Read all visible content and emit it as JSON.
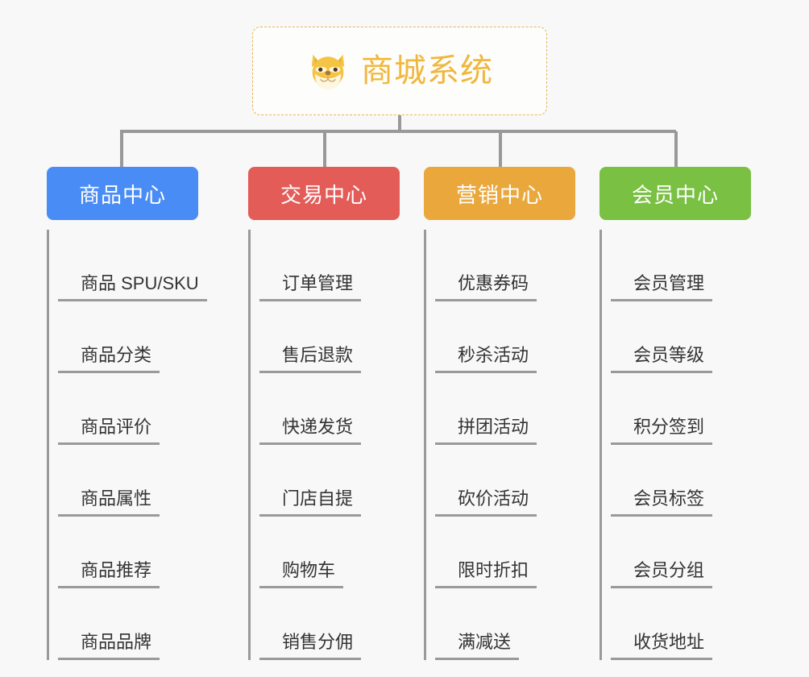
{
  "background_color": "#f8f8f8",
  "root": {
    "title": "商城系统",
    "icon": "shiba-dog-face-icon",
    "text_color": "#f0b73d",
    "border_color": "#e8b45a"
  },
  "connector_color": "#999999",
  "columns": [
    {
      "header": "商品中心",
      "color": "#4a8cf5",
      "items": [
        "商品 SPU/SKU",
        "商品分类",
        "商品评价",
        "商品属性",
        "商品推荐",
        "商品品牌"
      ]
    },
    {
      "header": "交易中心",
      "color": "#e35c58",
      "items": [
        "订单管理",
        "售后退款",
        "快递发货",
        "门店自提",
        "购物车",
        "销售分佣"
      ]
    },
    {
      "header": "营销中心",
      "color": "#eaa83c",
      "items": [
        "优惠券码",
        "秒杀活动",
        "拼团活动",
        "砍价活动",
        "限时折扣",
        "满减送"
      ]
    },
    {
      "header": "会员中心",
      "color": "#79c043",
      "items": [
        "会员管理",
        "会员等级",
        "积分签到",
        "会员标签",
        "会员分组",
        "收货地址"
      ]
    }
  ]
}
